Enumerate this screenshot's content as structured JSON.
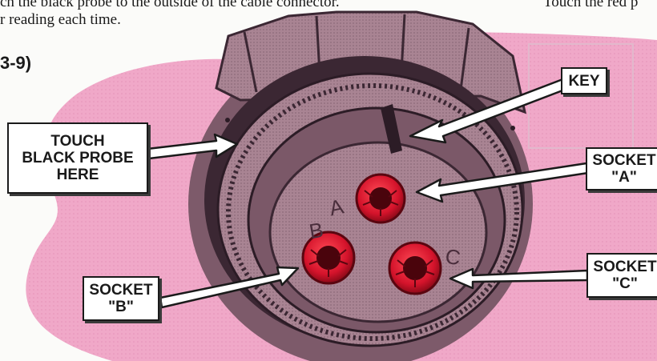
{
  "page_text": {
    "line_1": "ch the black probe to the outside of the cable connector.",
    "line_2": "r reading each time.",
    "right_fragment": "Touch the red p",
    "figure_label": "3-9)"
  },
  "callouts": {
    "touch_black_probe": "TOUCH\nBLACK PROBE\nHERE",
    "key": "KEY",
    "socket_a": "SOCKET\n\"A\"",
    "socket_b": "SOCKET\n\"B\"",
    "socket_c": "SOCKET\n\"C\""
  },
  "pin_letters": {
    "a": "A",
    "b": "B",
    "c": "C"
  },
  "colors": {
    "background_blob": "#f0a8c8",
    "connector_body": "#a98493",
    "connector_dark": "#3b2733",
    "socket_red": "#d4132b",
    "socket_dark": "#5a0610",
    "arrow_fill": "#ffffff",
    "outline": "#1a1a1a"
  }
}
